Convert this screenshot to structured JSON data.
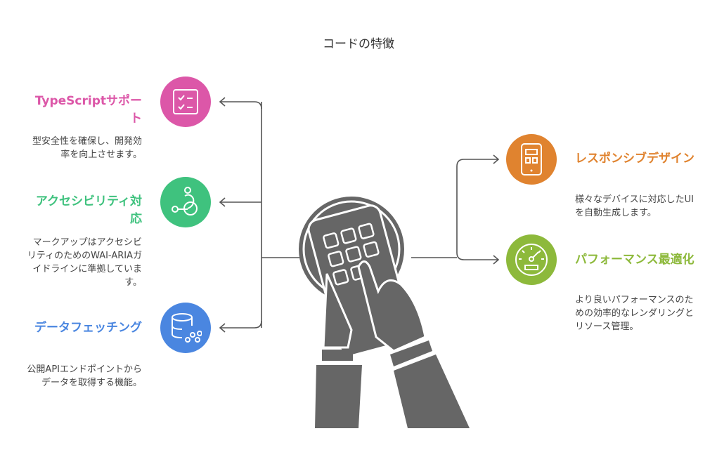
{
  "title": "コードの特徴",
  "colors": {
    "pink": "#dc57a8",
    "green": "#3fc27e",
    "blue": "#4a86e0",
    "orange": "#e0832f",
    "lime": "#8db93b",
    "line": "#555555",
    "illustration": "#666666"
  },
  "features_left": [
    {
      "icon": "checklist-icon",
      "title": "TypeScriptサポート",
      "description": "型安全性を確保し、開発効率を向上させます。"
    },
    {
      "icon": "accessibility-icon",
      "title": "アクセシビリティ対応",
      "description": "マークアップはアクセシビリティのためのWAI-ARIAガイドラインに準拠しています。"
    },
    {
      "icon": "database-icon",
      "title": "データフェッチング",
      "description": "公開APIエンドポイントからデータを取得する機能。"
    }
  ],
  "features_right": [
    {
      "icon": "tablet-icon",
      "title": "レスポンシブデザイン",
      "description": "様々なデバイスに対応したUIを自動生成します。"
    },
    {
      "icon": "speedometer-icon",
      "title": "パフォーマンス最適化",
      "description": "より良いパフォーマンスのための効率的なレンダリングとリソース管理。"
    }
  ]
}
